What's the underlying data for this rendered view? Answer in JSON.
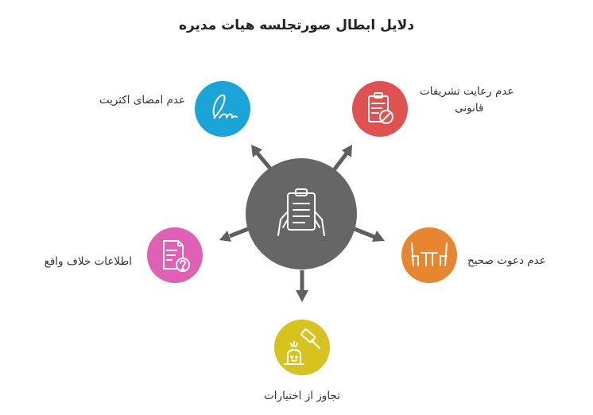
{
  "title": "دلایل ابطال صورتجلسه هیات مدیره",
  "hub": {
    "icon": "clipboard-hands-icon",
    "color": "#666666"
  },
  "reasons": [
    {
      "label": "عدم امضای اکثریت",
      "icon": "signature-icon",
      "color": "#1ba4d8"
    },
    {
      "label_line1": "عدم رعایت تشریفات",
      "label_line2": "قانونی",
      "icon": "clipboard-prohibited-icon",
      "color": "#e05252"
    },
    {
      "label": "عدم دعوت صحیح",
      "icon": "meeting-table-icon",
      "color": "#e8862f"
    },
    {
      "label": "تجاوز از اختیارات",
      "icon": "gavel-icon",
      "color": "#d7c31f"
    },
    {
      "label": "اطلاعات خلاف واقع",
      "icon": "document-question-icon",
      "color": "#e060b4"
    }
  ]
}
